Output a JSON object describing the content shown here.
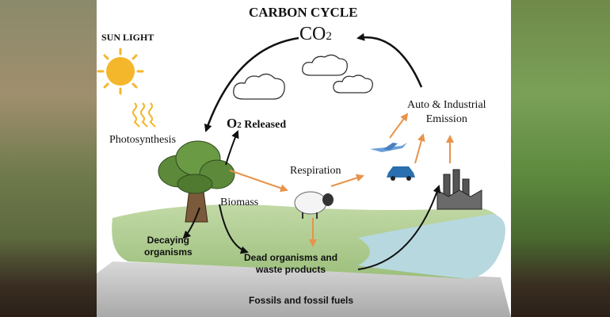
{
  "diagram": {
    "title": "CARBON CYCLE",
    "co2": {
      "main": "CO",
      "sub": "2"
    },
    "sun_label": "SUN LIGHT",
    "o2": {
      "main": "O",
      "sub": "2",
      "rest": " Released"
    },
    "photosynthesis": "Photosynthesis",
    "respiration": "Respiration",
    "biomass": "Biomass",
    "auto_industrial_line1": "Auto & Industrial",
    "auto_industrial_line2": "Emission",
    "decaying_line1": "Decaying",
    "decaying_line2": "organisms",
    "dead_line1": "Dead organisms and",
    "dead_line2": "waste products",
    "fossils": "Fossils and fossil fuels"
  },
  "colors": {
    "arrow_black": "#111111",
    "arrow_orange": "#e8934a",
    "sun": "#f4b72b",
    "tree": "#5c8a3a",
    "grass": "#a9c98a",
    "water": "#b8d8e0"
  },
  "icons": [
    "sun-icon",
    "sunlight-rays-icon",
    "cloud-icon",
    "tree-icon",
    "sheep-icon",
    "airplane-icon",
    "car-icon",
    "factory-icon"
  ]
}
